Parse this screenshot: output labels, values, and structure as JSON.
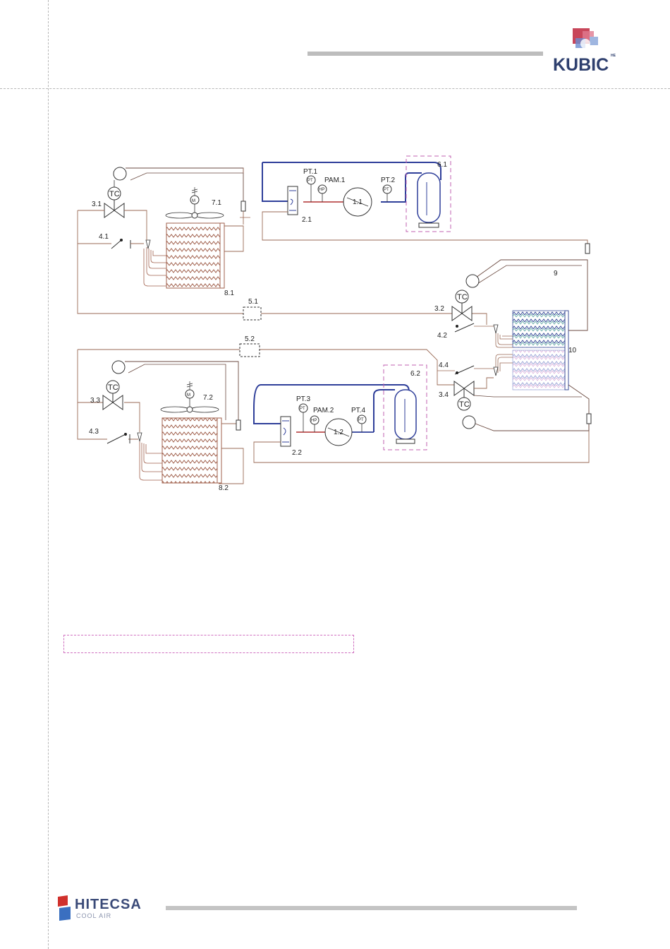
{
  "header": {
    "brand": "KUBIC",
    "brand_suffix": "HE"
  },
  "footer": {
    "brand": "HITECSA",
    "tagline": "COOL AIR"
  },
  "diagram": {
    "labels": {
      "pt1": "PT.1",
      "pam1": "PAM.1",
      "pt2": "PT.2",
      "c11": "1.1",
      "r61": "6.1",
      "d21": "2.1",
      "v31": "3.1",
      "tc31": "TC",
      "s41": "4.1",
      "f71": "7.1",
      "h81": "8.1",
      "f51": "5.1",
      "line9": "9",
      "v32": "3.2",
      "tc32": "TC",
      "s42": "4.2",
      "h10": "10",
      "f52": "5.2",
      "v33": "3.3",
      "tc33": "TC",
      "s43": "4.3",
      "f72": "7.2",
      "h82": "8.2",
      "pt3": "PT.3",
      "pam2": "PAM.2",
      "pt4": "PT.4",
      "c12": "1.2",
      "r62": "6.2",
      "d22": "2.2",
      "s44": "4.4",
      "v34": "3.4",
      "tc34": "TC",
      "hp": "HP",
      "pt": "PT",
      "motor": "M"
    }
  }
}
